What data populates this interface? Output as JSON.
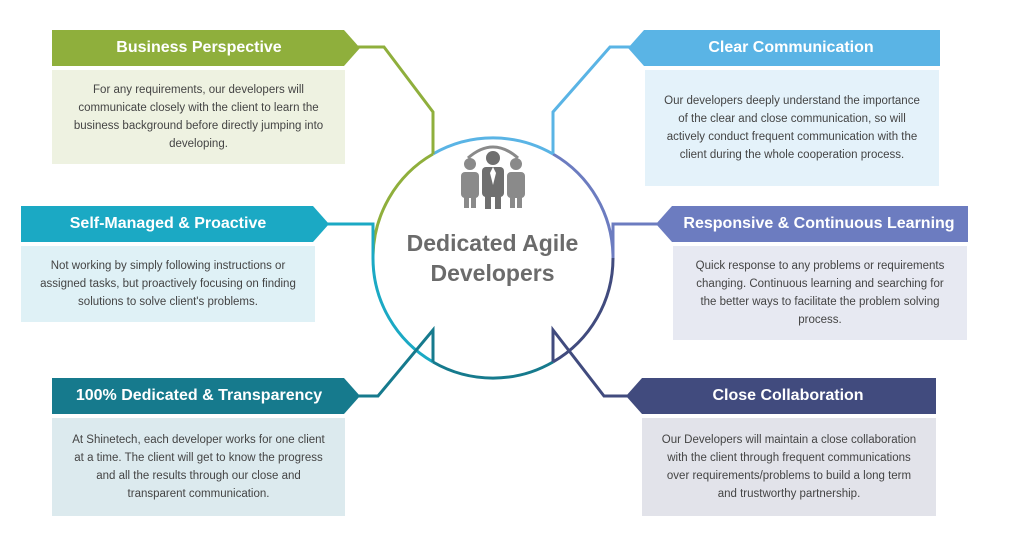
{
  "center": {
    "title": "Dedicated Agile Developers",
    "icon": "team-icon"
  },
  "colors": {
    "business": "#8faf3c",
    "selfmanaged": "#1ba9c4",
    "dedicated": "#167a8d",
    "clear": "#5ab4e5",
    "responsive": "#6c7cc0",
    "collaboration": "#414b7e"
  },
  "cards": {
    "business": {
      "title": "Business Perspective",
      "text": "For any requirements, our developers will communicate closely with the client to learn the business background before directly jumping into developing."
    },
    "selfmanaged": {
      "title": "Self-Managed & Proactive",
      "text": "Not working by simply following instructions or assigned tasks, but proactively focusing on finding solutions to solve client's problems."
    },
    "dedicated": {
      "title": "100% Dedicated & Transparency",
      "text": "At Shinetech, each developer works for one client at a time. The client will get to know the progress and all the results  through our close and transparent communication."
    },
    "clear": {
      "title": "Clear Communication",
      "text": "Our developers deeply understand the importance of the clear and close communication, so will actively conduct frequent communication with the client during the whole cooperation process."
    },
    "responsive": {
      "title": "Responsive & Continuous Learning",
      "text": "Quick response to any problems or requirements changing. Continuous learning and searching for the better ways to facilitate the problem solving process."
    },
    "collaboration": {
      "title": "Close Collaboration",
      "text": "Our Developers will maintain a close collaboration with the client through frequent communications over requirements/problems to build a long term and trustworthy partnership."
    }
  }
}
